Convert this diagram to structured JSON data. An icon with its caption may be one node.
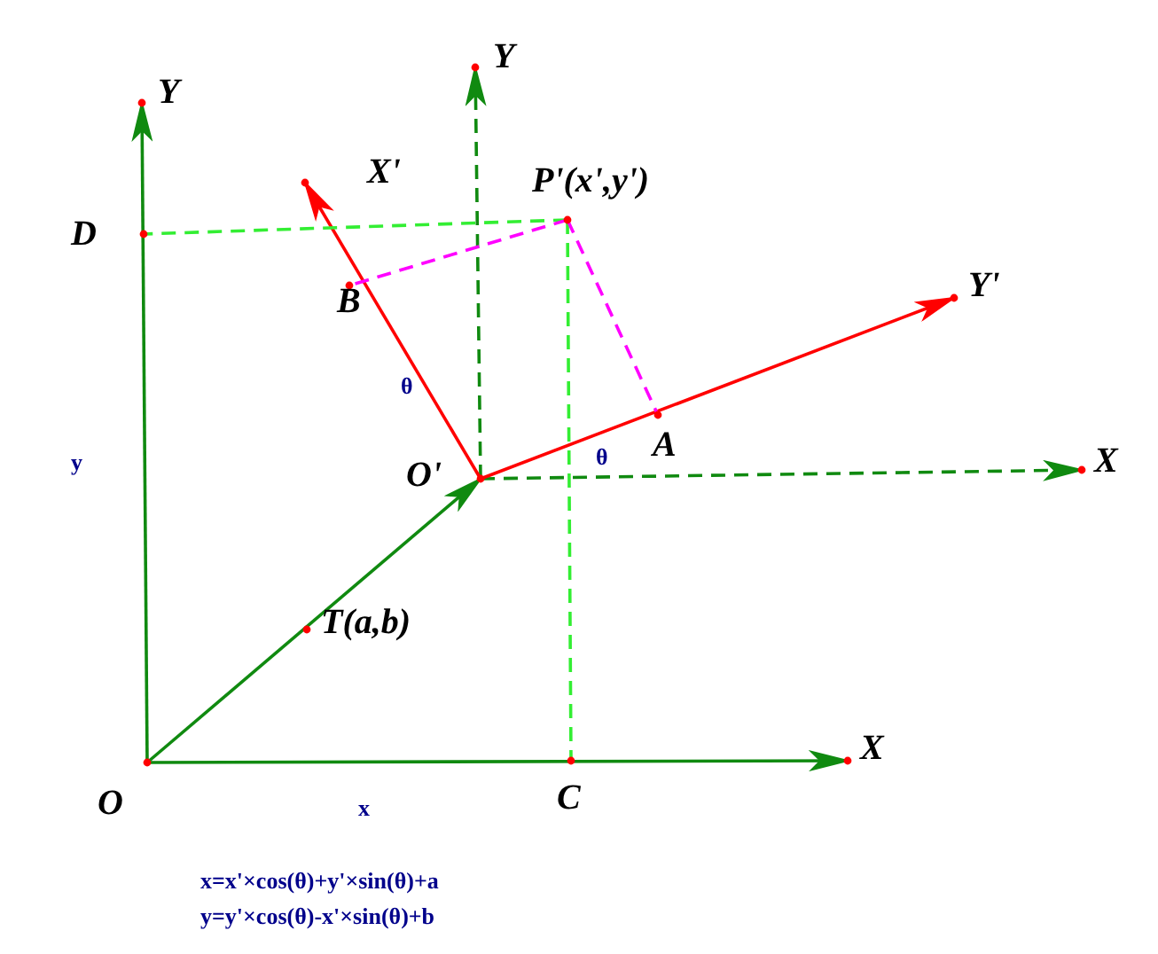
{
  "diagram": {
    "nodes": [
      {
        "text": [
          "O"
        ]
      },
      {
        "text": [
          "X"
        ]
      },
      {
        "text": [
          "Y"
        ]
      },
      {
        "text": [
          "D"
        ]
      },
      {
        "text": [
          "C"
        ]
      },
      {
        "text": [
          "T(a,b)"
        ]
      },
      {
        "text": [
          "O'"
        ]
      },
      {
        "text": [
          "Y"
        ]
      },
      {
        "text": [
          "X"
        ]
      },
      {
        "text": [
          "X'"
        ]
      },
      {
        "text": [
          "Y'"
        ]
      },
      {
        "text": [
          "P'(x',y')"
        ]
      },
      {
        "text": [
          "B"
        ]
      },
      {
        "text": [
          "A"
        ]
      }
    ],
    "edges": [
      {
        "from": 0,
        "to": 1,
        "arrow": "to"
      },
      {
        "from": 0,
        "to": 2,
        "arrow": "to"
      },
      {
        "from": 0,
        "to": 6,
        "arrow": "to"
      },
      {
        "from": 6,
        "to": 7,
        "arrow": "to",
        "style": "dashed"
      },
      {
        "from": 6,
        "to": 8,
        "arrow": "to",
        "style": "dashed"
      },
      {
        "from": 6,
        "to": 9,
        "arrow": "to",
        "color": "#ff0000"
      },
      {
        "from": 6,
        "to": 10,
        "arrow": "to",
        "color": "#ff0000"
      },
      {
        "from": 11,
        "to": 3,
        "arrow": "none",
        "style": "dashed",
        "color": "#33ee33"
      },
      {
        "from": 11,
        "to": 4,
        "arrow": "none",
        "style": "dashed",
        "color": "#33ee33"
      },
      {
        "from": 11,
        "to": 12,
        "arrow": "none",
        "style": "dashed",
        "color": "#ff00ff"
      },
      {
        "from": 11,
        "to": 13,
        "arrow": "none",
        "style": "dashed",
        "color": "#ff00ff"
      }
    ],
    "labels": [
      "θ",
      "θ",
      "y",
      "x",
      "x=x'×cos(θ)+y'×sin(θ)+a",
      "y=y'×cos(θ)-x'×sin(θ)+b"
    ]
  }
}
